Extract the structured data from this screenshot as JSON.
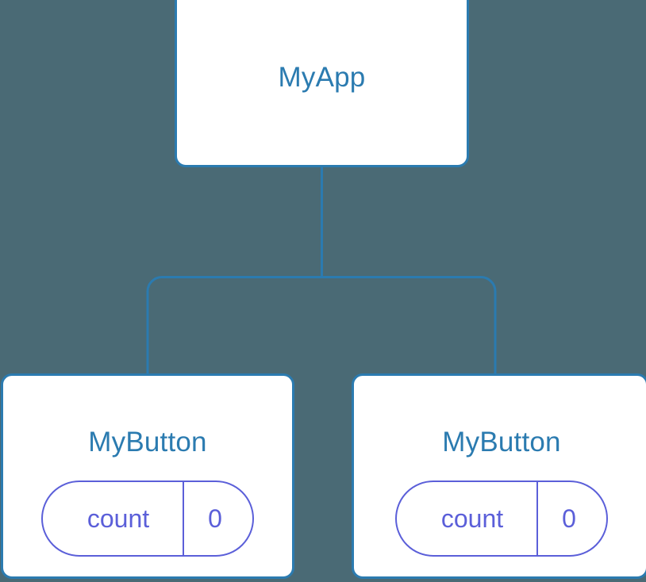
{
  "diagram": {
    "type": "component-tree",
    "background_color": "#4a6a75",
    "node_fill_color": "#ffffff",
    "node_border_color": "#2b7bb0",
    "node_title_color": "#2b7bb0",
    "connector_color": "#2b7bb0",
    "state_accent_color": "#5b5fd9"
  },
  "root": {
    "title": "MyApp"
  },
  "children": [
    {
      "title": "MyButton",
      "state": {
        "key": "count",
        "value": "0"
      }
    },
    {
      "title": "MyButton",
      "state": {
        "key": "count",
        "value": "0"
      }
    }
  ]
}
